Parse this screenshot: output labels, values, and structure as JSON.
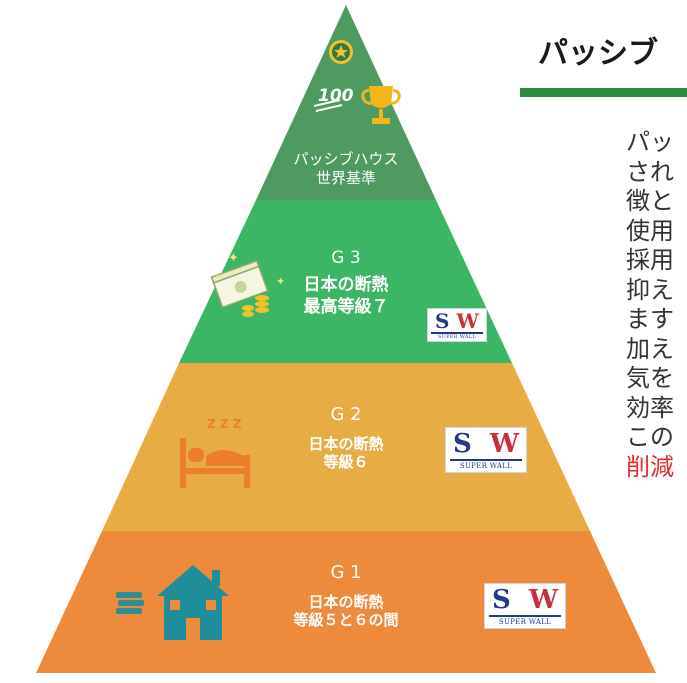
{
  "colors": {
    "top": "#4f9a61",
    "g3": "#3cb565",
    "g2": "#e8ac45",
    "g1": "#ed8a3c",
    "heading_rule": "#2e8a3e",
    "red_text": "#e02f2f"
  },
  "pyramid": {
    "top": {
      "line1": "パッシブハウス",
      "line2": "世界基準",
      "badge_text": "100"
    },
    "g3": {
      "grade": "G 3",
      "line1": "日本の断熱",
      "line2": "最高等級７"
    },
    "g2": {
      "grade": "G 2",
      "line1": "日本の断熱",
      "line2": "等級６",
      "sleep_text": "Z Z Z"
    },
    "g1": {
      "grade": "G 1",
      "line1": "日本の断熱",
      "line2": "等級５と６の間"
    }
  },
  "logo": {
    "s": "S",
    "w": "W",
    "sub": "SUPER WALL"
  },
  "article": {
    "heading": "パッシブ",
    "lines": [
      "パッ",
      "され",
      "徴と",
      "使用",
      "採用",
      "抑え",
      "ます",
      "加え",
      "気を",
      "効率",
      "この"
    ],
    "red_line": "削減"
  }
}
